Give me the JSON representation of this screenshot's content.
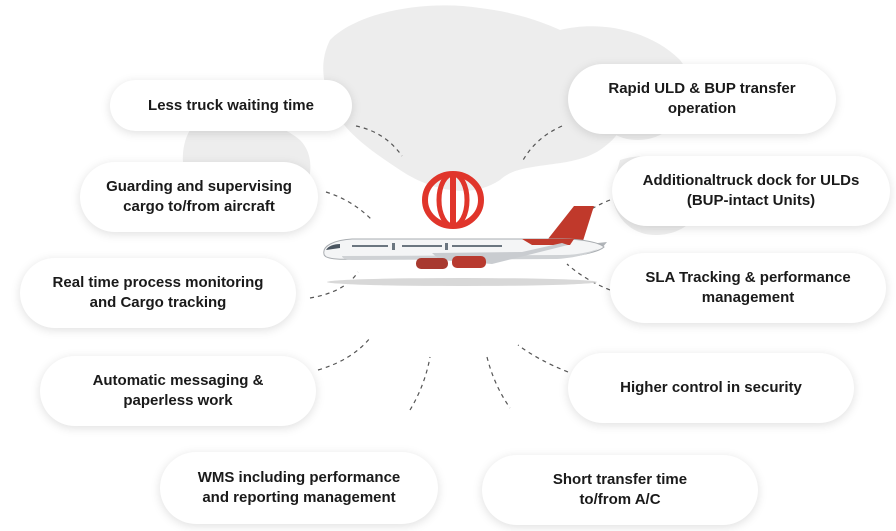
{
  "benefits": {
    "left": [
      "Less truck waiting time",
      "Guarding and supervising\ncargo to/from aircraft",
      "Real time process monitoring\nand Cargo tracking",
      "Automatic messaging &\npaperless work"
    ],
    "right": [
      "Rapid ULD & BUP transfer\noperation",
      "Additionaltruck dock for ULDs\n(BUP-intact Units)",
      "SLA Tracking & performance\nmanagement",
      "Higher control in security"
    ],
    "bottom": [
      "WMS including performance\nand reporting management",
      "Short transfer time\nto/from A/C"
    ]
  },
  "colors": {
    "accent": "#e0352b",
    "map": "#ededed",
    "connector": "#555555",
    "text": "#1a1a1a"
  },
  "icons": {
    "center": "airline-logo-icon",
    "hero": "airplane-icon"
  }
}
